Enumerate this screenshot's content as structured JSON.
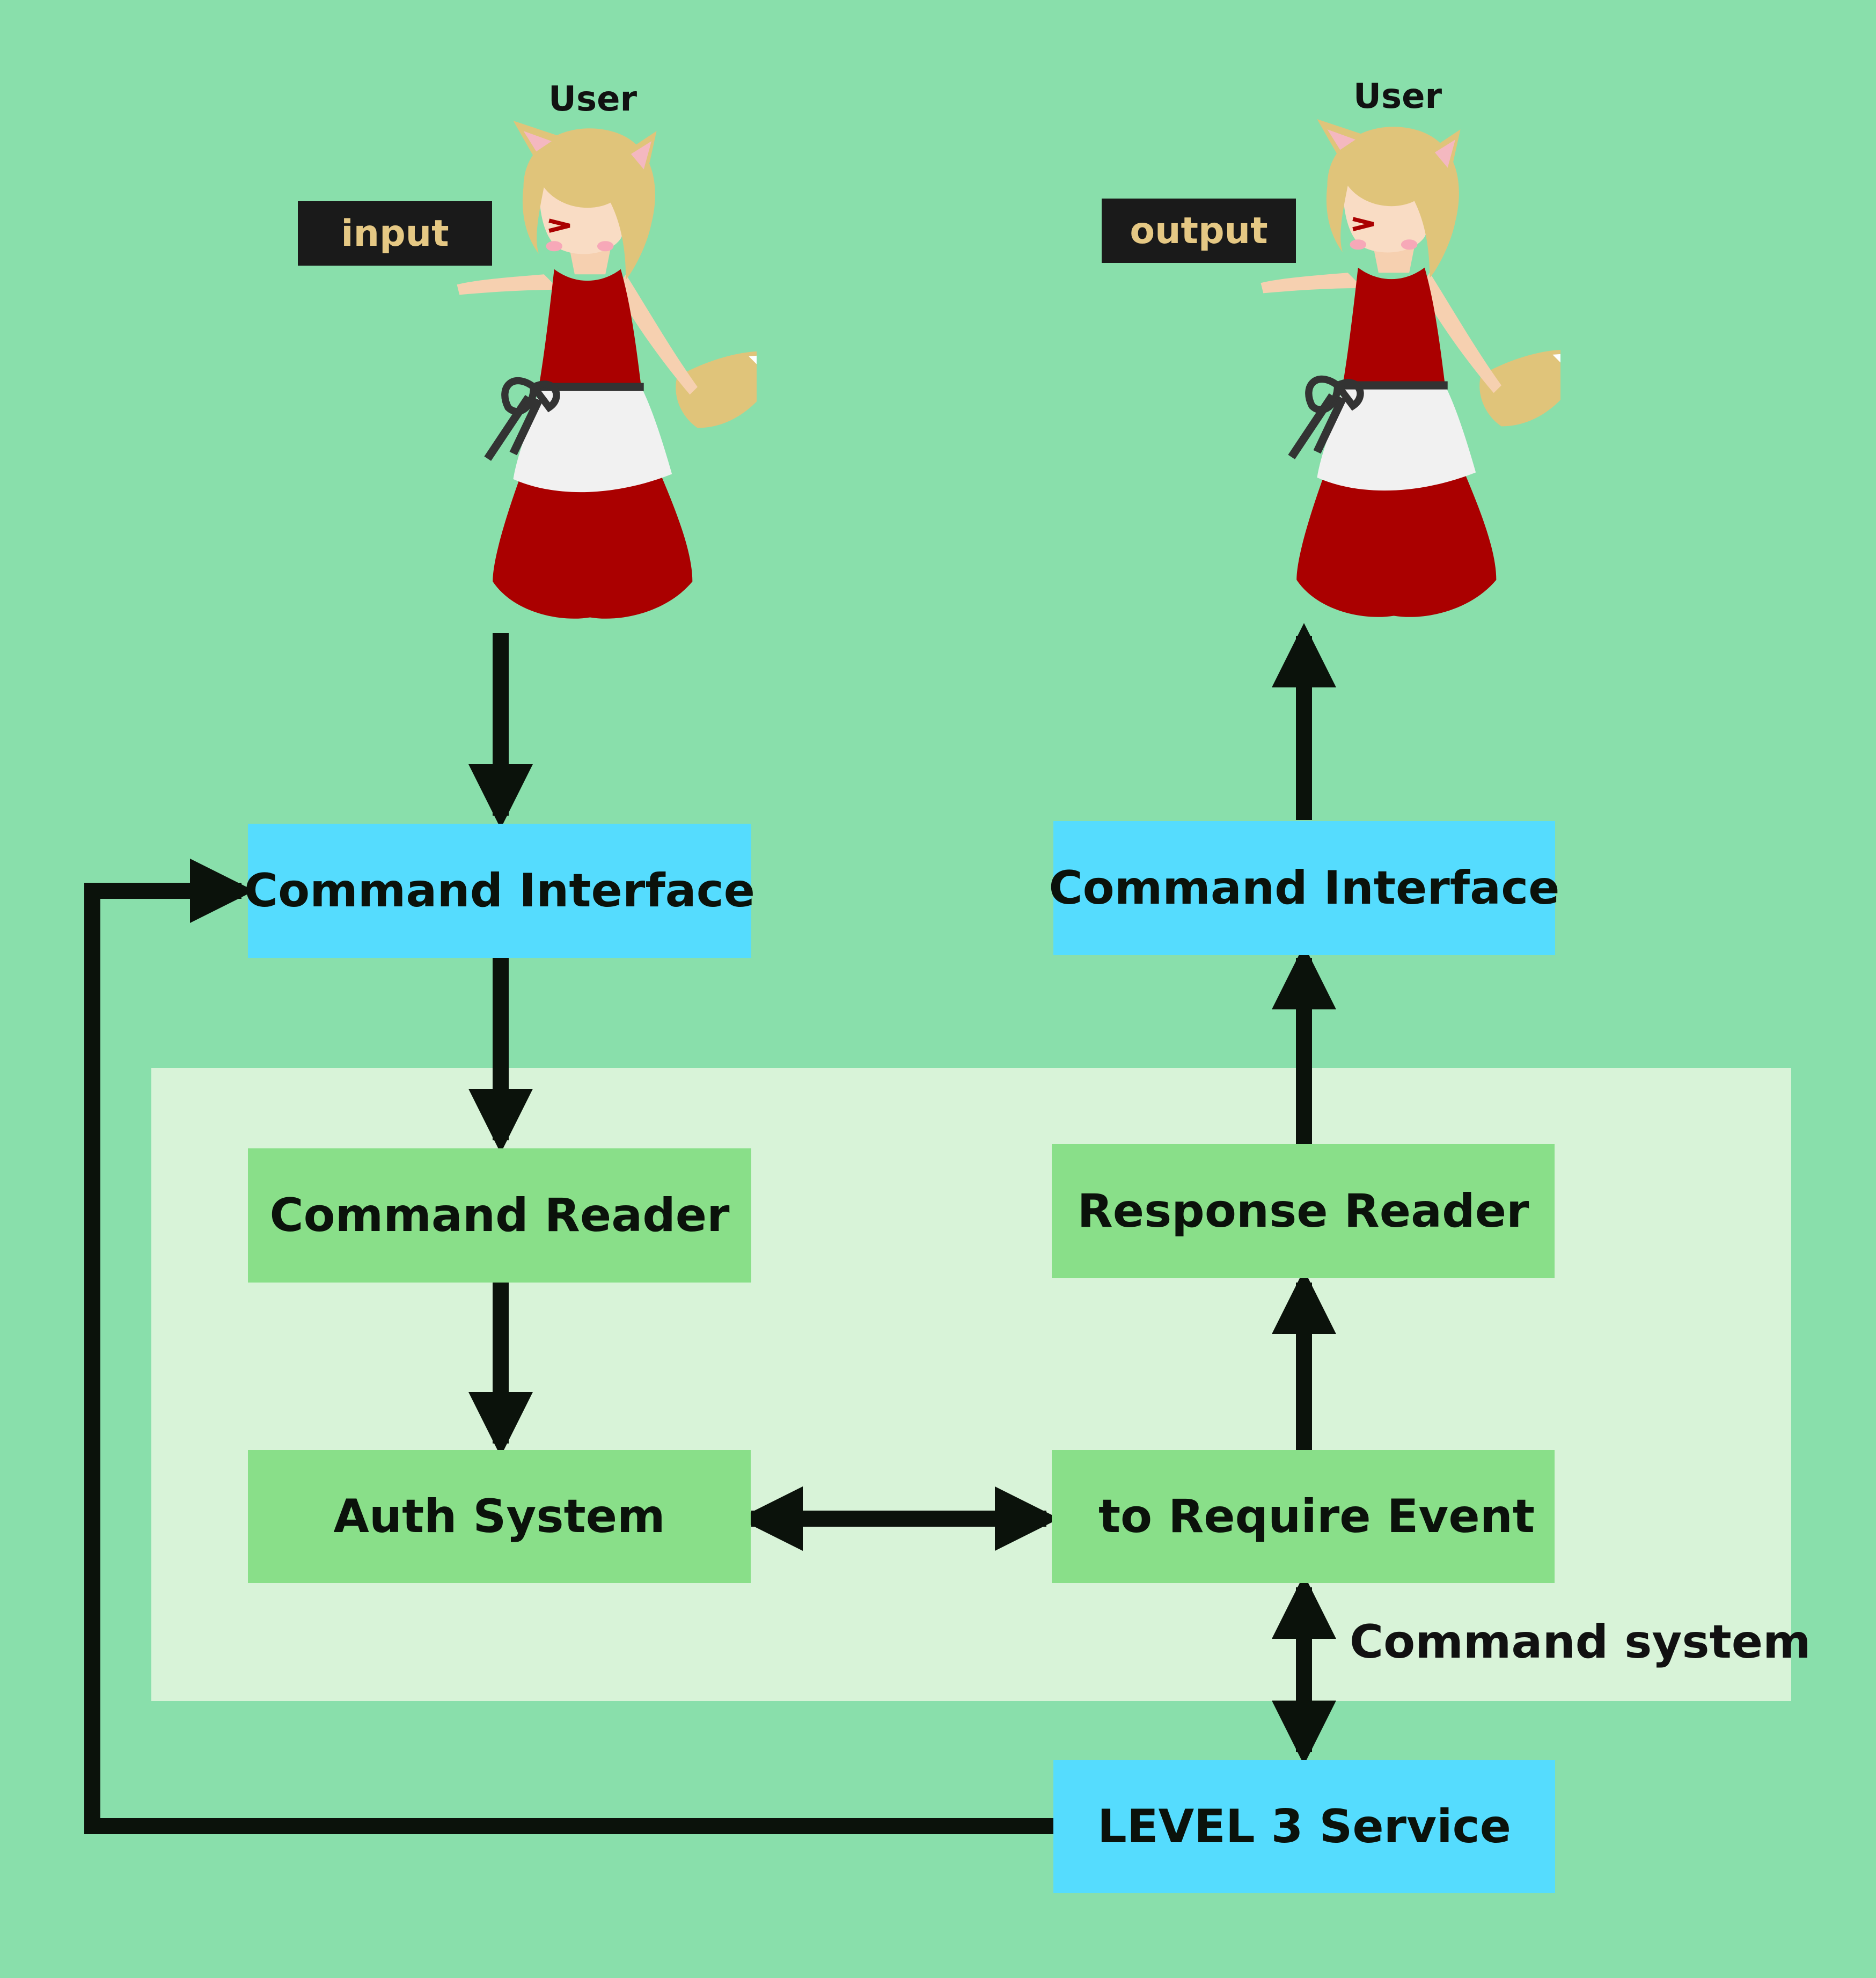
{
  "users": {
    "left_label": "User",
    "right_label": "User",
    "input_tag": "input",
    "output_tag": "output"
  },
  "boxes": {
    "command_interface_left": "Command Interface",
    "command_interface_right": "Command Interface",
    "command_reader": "Command Reader",
    "response_reader": "Response Reader",
    "auth_system": "Auth System",
    "require_event": "to Require Event",
    "level3_service": "LEVEL 3 Service"
  },
  "region_label": "Command system",
  "colors": {
    "background": "#89dfab",
    "region": "#d8f3d8",
    "interface_box": "#55dcfe",
    "module_box": "#89df89",
    "arrow": "#0b120b",
    "tag_bg": "#1a1a1a",
    "tag_text": "#e5c884"
  }
}
